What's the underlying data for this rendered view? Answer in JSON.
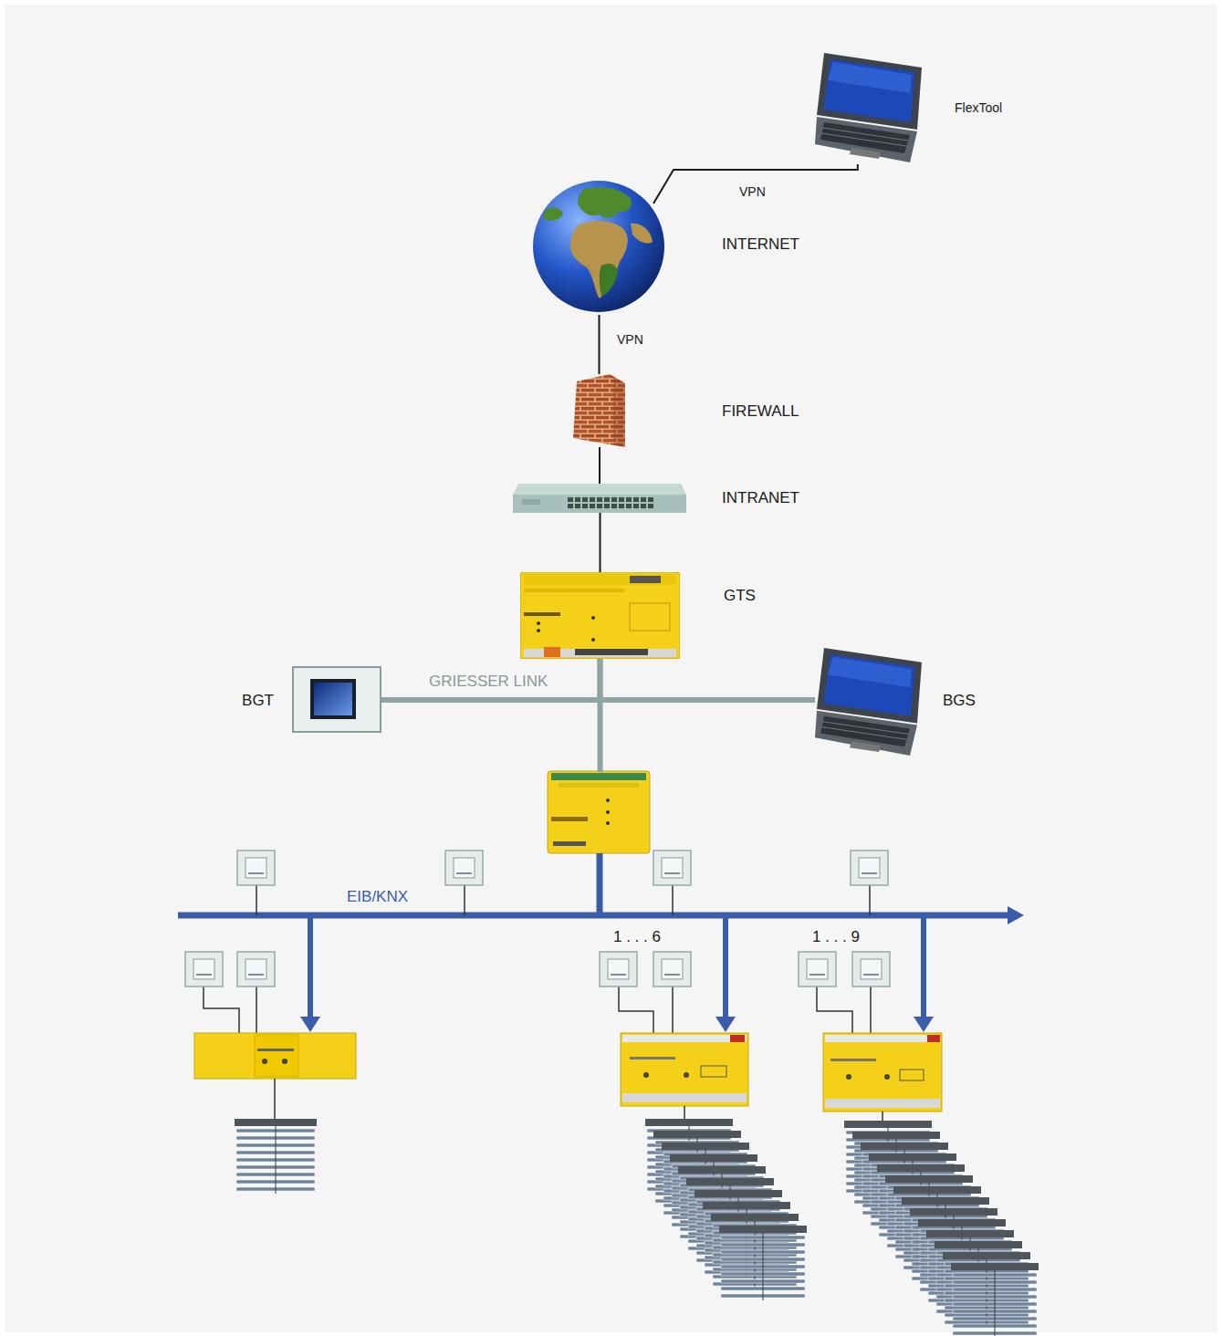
{
  "diagram": {
    "nodes": [
      {
        "text": [
          "FlexTool"
        ]
      },
      {
        "text": [
          "INTERNET"
        ]
      },
      {
        "text": [
          "FIREWALL"
        ]
      },
      {
        "text": [
          "INTRANET"
        ]
      },
      {
        "text": [
          "GTS"
        ]
      },
      {
        "text": [
          "BGT"
        ]
      },
      {
        "text": [
          "BGS"
        ]
      }
    ],
    "edges": [
      {
        "from": 0,
        "to": 1,
        "label": "VPN",
        "arrow": "none"
      },
      {
        "from": 1,
        "to": 2,
        "label": "VPN",
        "arrow": "none"
      },
      {
        "from": 2,
        "to": 3,
        "arrow": "none"
      },
      {
        "from": 3,
        "to": 4,
        "arrow": "none"
      },
      {
        "from": 4,
        "to": 5,
        "label": "GRIESSER LINK",
        "arrow": "none"
      },
      {
        "from": 4,
        "to": 6,
        "arrow": "none"
      }
    ],
    "labels": [
      "EIB/KNX",
      "1 . . . 6",
      "1 . . . 9"
    ]
  }
}
